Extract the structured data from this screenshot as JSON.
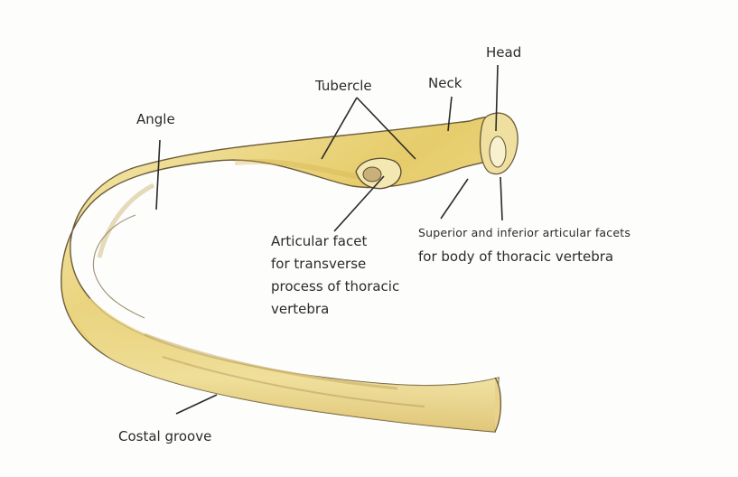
{
  "labels": {
    "head": "Head",
    "neck": "Neck",
    "tubercle": "Tubercle",
    "angle": "Angle",
    "articular_facet": [
      "Articular facet",
      "for transverse",
      "process of thoracic",
      "vertebra"
    ],
    "superior_inferior": [
      "Superior and inferior articular facets",
      "for body of thoracic vertebra"
    ],
    "costal_groove": "Costal groove"
  },
  "colors": {
    "bone_light": "#f2e7a8",
    "bone_mid": "#e2c561",
    "bone_shadow": "#c9a74a",
    "bone_outline": "#6b5a3a",
    "pointer_line": "#2a2a2a",
    "text": "#2b2b2b"
  }
}
